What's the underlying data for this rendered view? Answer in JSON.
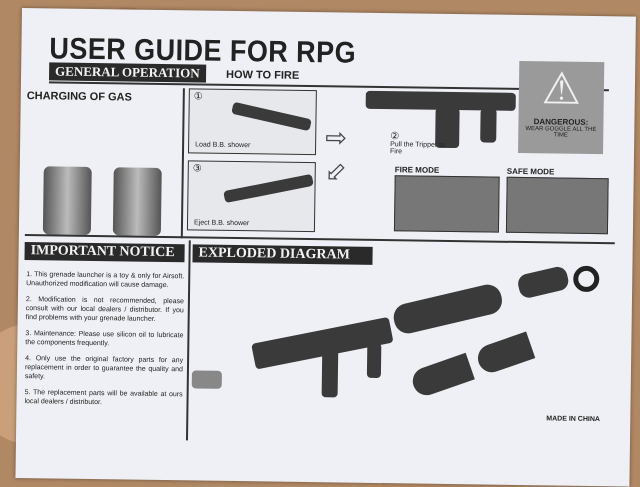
{
  "title": "USER GUIDE FOR RPG",
  "general_operation": "GENERAL OPERATION",
  "how_to_fire": "HOW TO FIRE",
  "charging_of_gas": "CHARGING OF GAS",
  "steps": [
    {
      "num": "①",
      "label": "Load B.B. shower"
    },
    {
      "num": "②",
      "label": "Pull the Tripper to Fire"
    },
    {
      "num": "③",
      "label": "Eject B.B. shower"
    }
  ],
  "warning": {
    "icon": "warning-triangle-icon",
    "title": "DANGEROUS:",
    "text": "WEAR GOGGLE ALL THE TIME"
  },
  "fire_mode": "FIRE MODE",
  "safe_mode": "SAFE MODE",
  "important_notice": {
    "title": "IMPORTANT NOTICE",
    "items": [
      "1. This grenade launcher is a toy & only for Airsoft. Unauthorized modification will cause damage.",
      "2. Modification is not recommended, please consult with our local dealers / distributor. If you find problems with your grenade launcher.",
      "3. Maintenance: Please use silicon oil to lubricate the components frequently.",
      "4. Only use the original factory parts for any replacement in order to guarantee the quality and safety.",
      "5. The replacement parts will be available at ours local dealers / distributor."
    ]
  },
  "exploded_diagram": "EXPLODED DIAGRAM",
  "made_in": "MADE IN CHINA"
}
